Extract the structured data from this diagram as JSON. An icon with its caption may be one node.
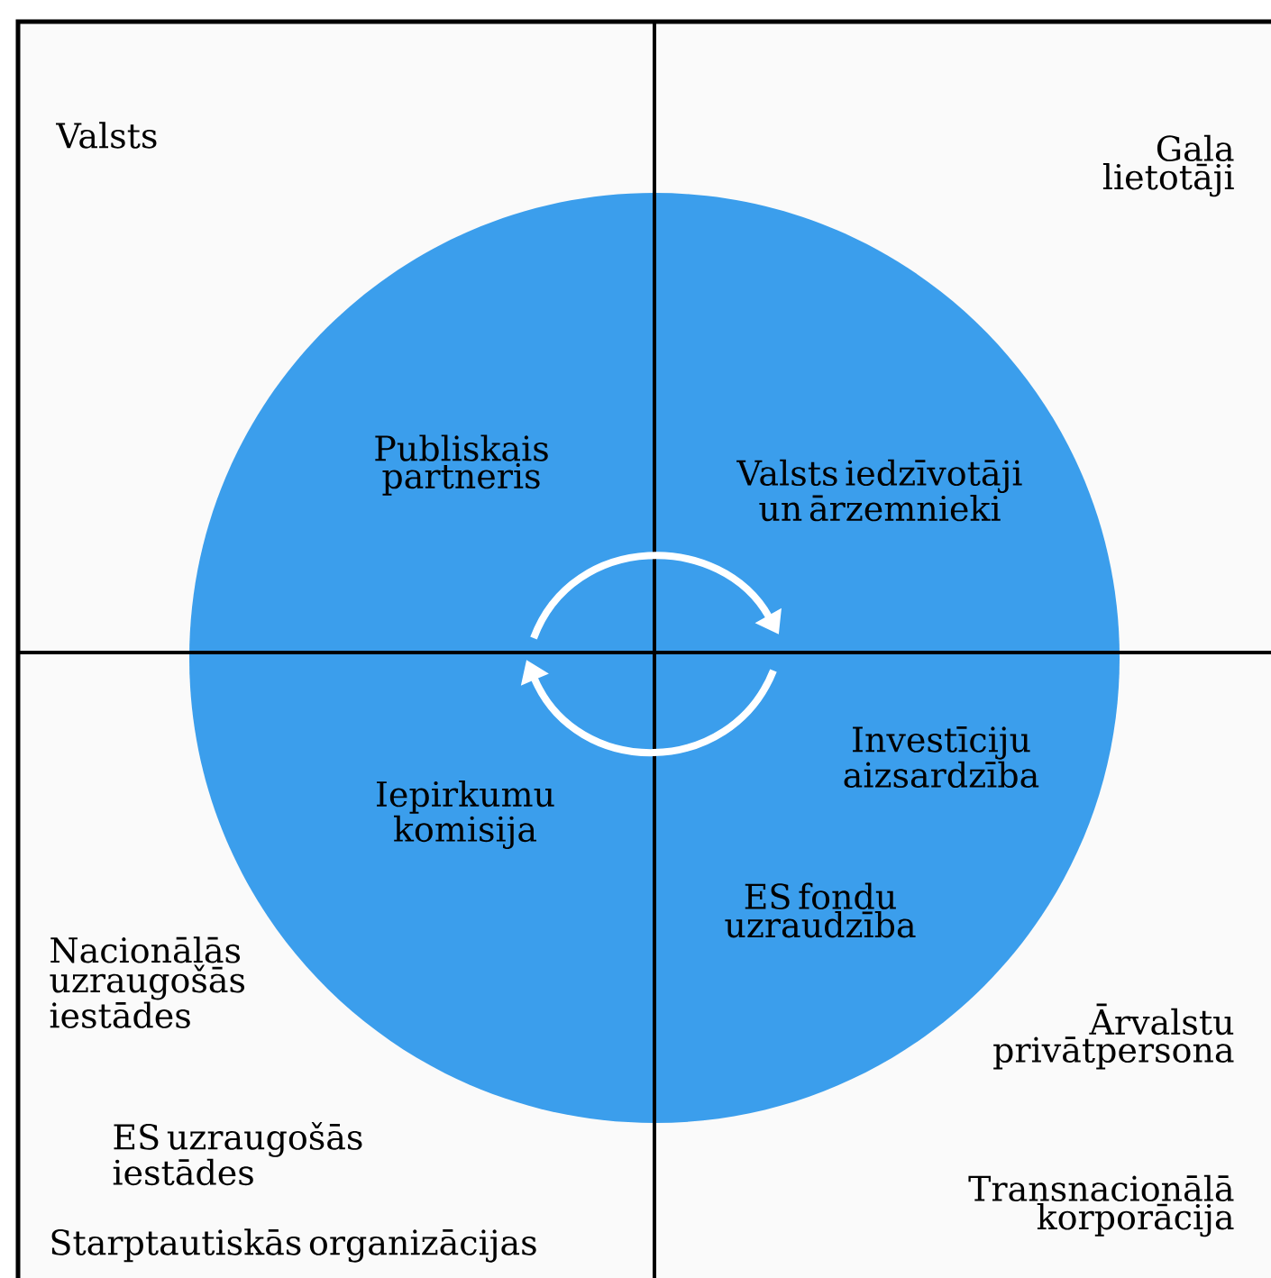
{
  "diagram": {
    "nodes": [
      {
        "text": [
          "Publiskais partneris",
          "Valsts iedzīvotāji un ārzemnieki",
          "Iepirkumu komisija",
          "Investīciju aizsardzība",
          "ES fondu uzraudzība"
        ]
      }
    ],
    "labels": [
      "Valsts",
      "Gala lietotāji",
      "Nacionālās uzraugošās iestādes",
      "Ārvalstu privātpersona",
      "ES uzraugošās iestādes",
      "Transnacionālā korporācija",
      "Starptautiskās organizācijas"
    ]
  }
}
